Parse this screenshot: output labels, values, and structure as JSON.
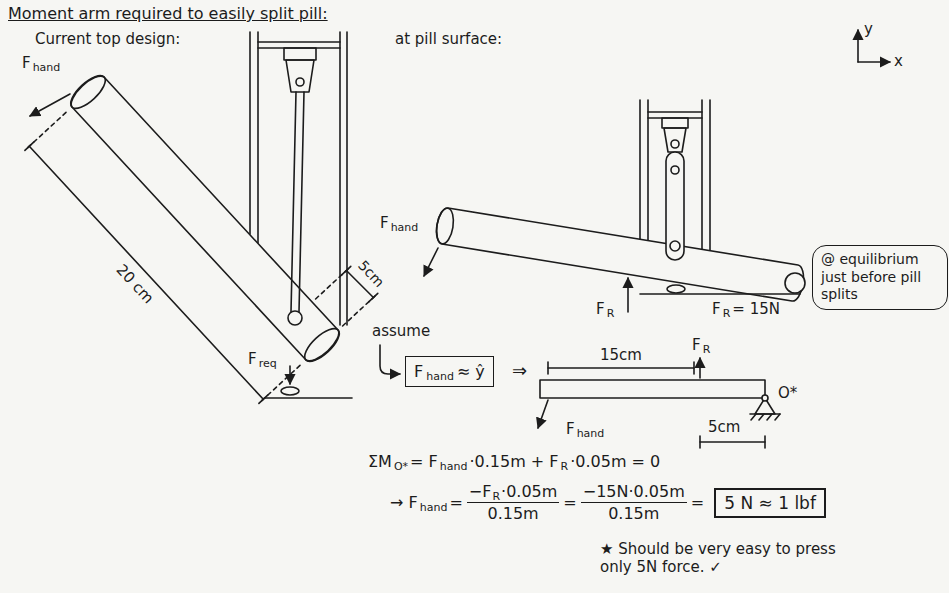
{
  "diagram": {
    "title": "Moment arm required to easily split pill:",
    "nodes": [
      {
        "text": [
          "F",
          "hand",
          "≈ ŷ"
        ]
      },
      {
        "text": [
          "@ equilibrium just before pill splits"
        ]
      },
      {
        "text": [
          "5 N ≈ 1 lbf"
        ]
      }
    ],
    "labels": [
      "Current top design:",
      "F",
      "hand",
      "20 cm",
      "5cm",
      "F",
      "req",
      "at pill surface:",
      "y",
      "x",
      "F",
      "hand",
      "F",
      "R",
      "F",
      "R",
      "= 15N",
      "assume",
      "⇒",
      "15cm",
      "F",
      "R",
      "O*",
      "5cm",
      "F",
      "hand",
      "ΣM",
      "O*",
      "= F",
      "hand",
      "·0.15m + F",
      "R",
      "·0.05m = 0",
      "→ F",
      "hand",
      "=",
      "−F",
      "R",
      "·0.05m",
      "0.15m",
      "=",
      "−15N·0.05m",
      "0.15m",
      "=",
      "★ Should be very easy to press only 5N force. ✓"
    ]
  }
}
